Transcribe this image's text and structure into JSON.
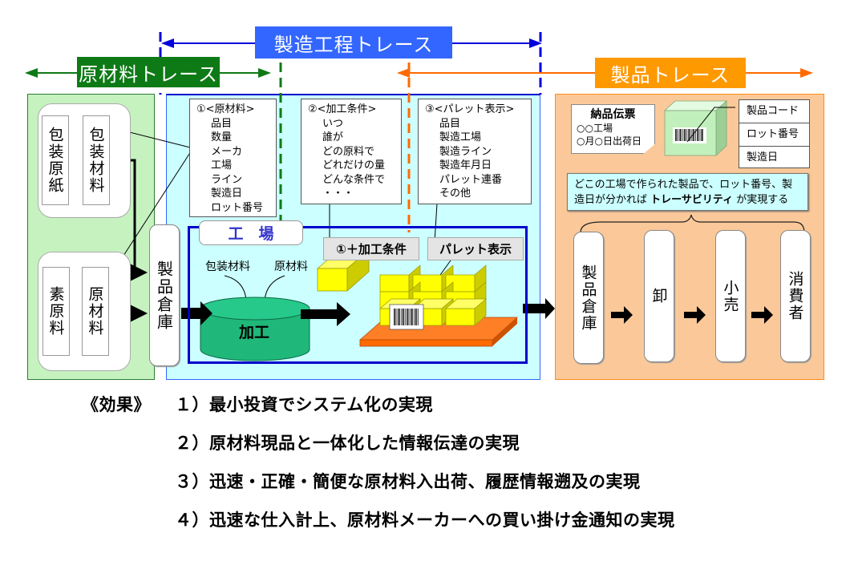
{
  "headers": {
    "manufacturing_trace": "製造工程トレース",
    "raw_material_trace": "原材料トレース",
    "product_trace": "製品トレース"
  },
  "colors": {
    "raw_material": "#0e7a16",
    "manufacturing": "#3366ff",
    "product": "#ff9900",
    "raw_zone_bg": "#c6f2c0",
    "manufacturing_zone_bg": "#ccffff",
    "product_zone_bg": "#fbc999",
    "cylinder": "#1fb87a",
    "box_yellow": "#ffff00",
    "pallet": "#ff6a00"
  },
  "raw_materials": {
    "packaging_group": {
      "source": "包装原紙",
      "material": "包装材料"
    },
    "raw_group": {
      "source": "素原料",
      "material": "原材料"
    }
  },
  "warehouse_left": "製品倉庫",
  "notes": [
    {
      "title": "①<原材料>",
      "items": [
        "品目",
        "数量",
        "メーカ",
        "工場",
        "ライン",
        "製造日",
        "ロット番号"
      ]
    },
    {
      "title": "②<加工条件>",
      "items": [
        "いつ",
        "誰が",
        "どの原料で",
        "どれだけの量",
        "どんな条件で",
        "・・・"
      ]
    },
    {
      "title": "③<パレット表示>",
      "items": [
        "品目",
        "製造工場",
        "製造ライン",
        "製造年月日",
        "パレット連番",
        "その他"
      ]
    }
  ],
  "factory": {
    "title": "工　場",
    "input_packaging": "包装材料",
    "input_raw": "原材料",
    "process": "加工",
    "label_conditions": "①＋加工条件",
    "label_pallet": "パレット表示"
  },
  "product_zone": {
    "slip": {
      "title": "納品伝票",
      "lines": [
        "○○工場",
        "○月○日出荷日"
      ]
    },
    "code_table": [
      "製品コード",
      "ロット番号",
      "製造日"
    ],
    "message_prefix": "どこの工場で作られた製品で、ロット番号、製造日が分かれば ",
    "message_bold": "トレーサビリティ",
    "message_suffix": " が実現する",
    "chain": [
      "製品倉庫",
      "卸",
      "小売",
      "消費者"
    ]
  },
  "effects": {
    "heading": "《効果》",
    "items": [
      "１）最小投資でシステム化の実現",
      "２）原材料現品と一体化した情報伝達の実現",
      "３）迅速・正確・簡便な原材料入出荷、履歴情報遡及の実現",
      "４）迅速な仕入計上、原材料メーカーへの買い掛け金通知の実現"
    ]
  }
}
